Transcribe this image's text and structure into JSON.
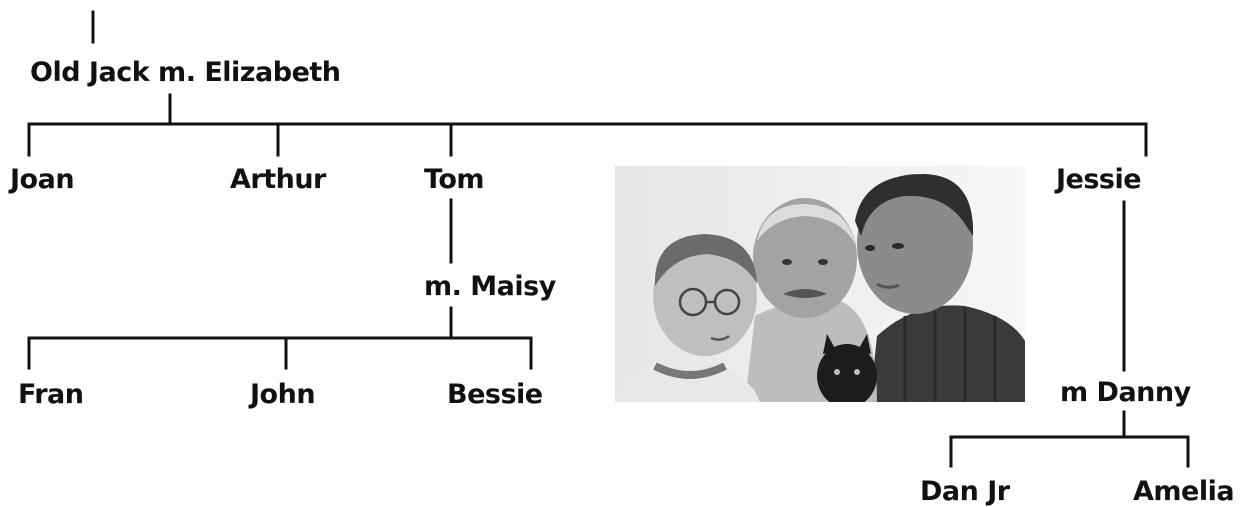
{
  "tree": {
    "root": "Old Jack m. Elizabeth",
    "children": {
      "joan": "Joan",
      "arthur": "Arthur",
      "tom": "Tom",
      "jessie": "Jessie"
    },
    "tom_spouse": "m. Maisy",
    "tom_children": {
      "fran": "Fran",
      "john": "John",
      "bessie": "Bessie"
    },
    "jessie_spouse": "m Danny",
    "jessie_children": {
      "dan_jr": "Dan Jr",
      "amelia": "Amelia"
    }
  },
  "colors": {
    "line": "#111111",
    "text": "#111111"
  }
}
